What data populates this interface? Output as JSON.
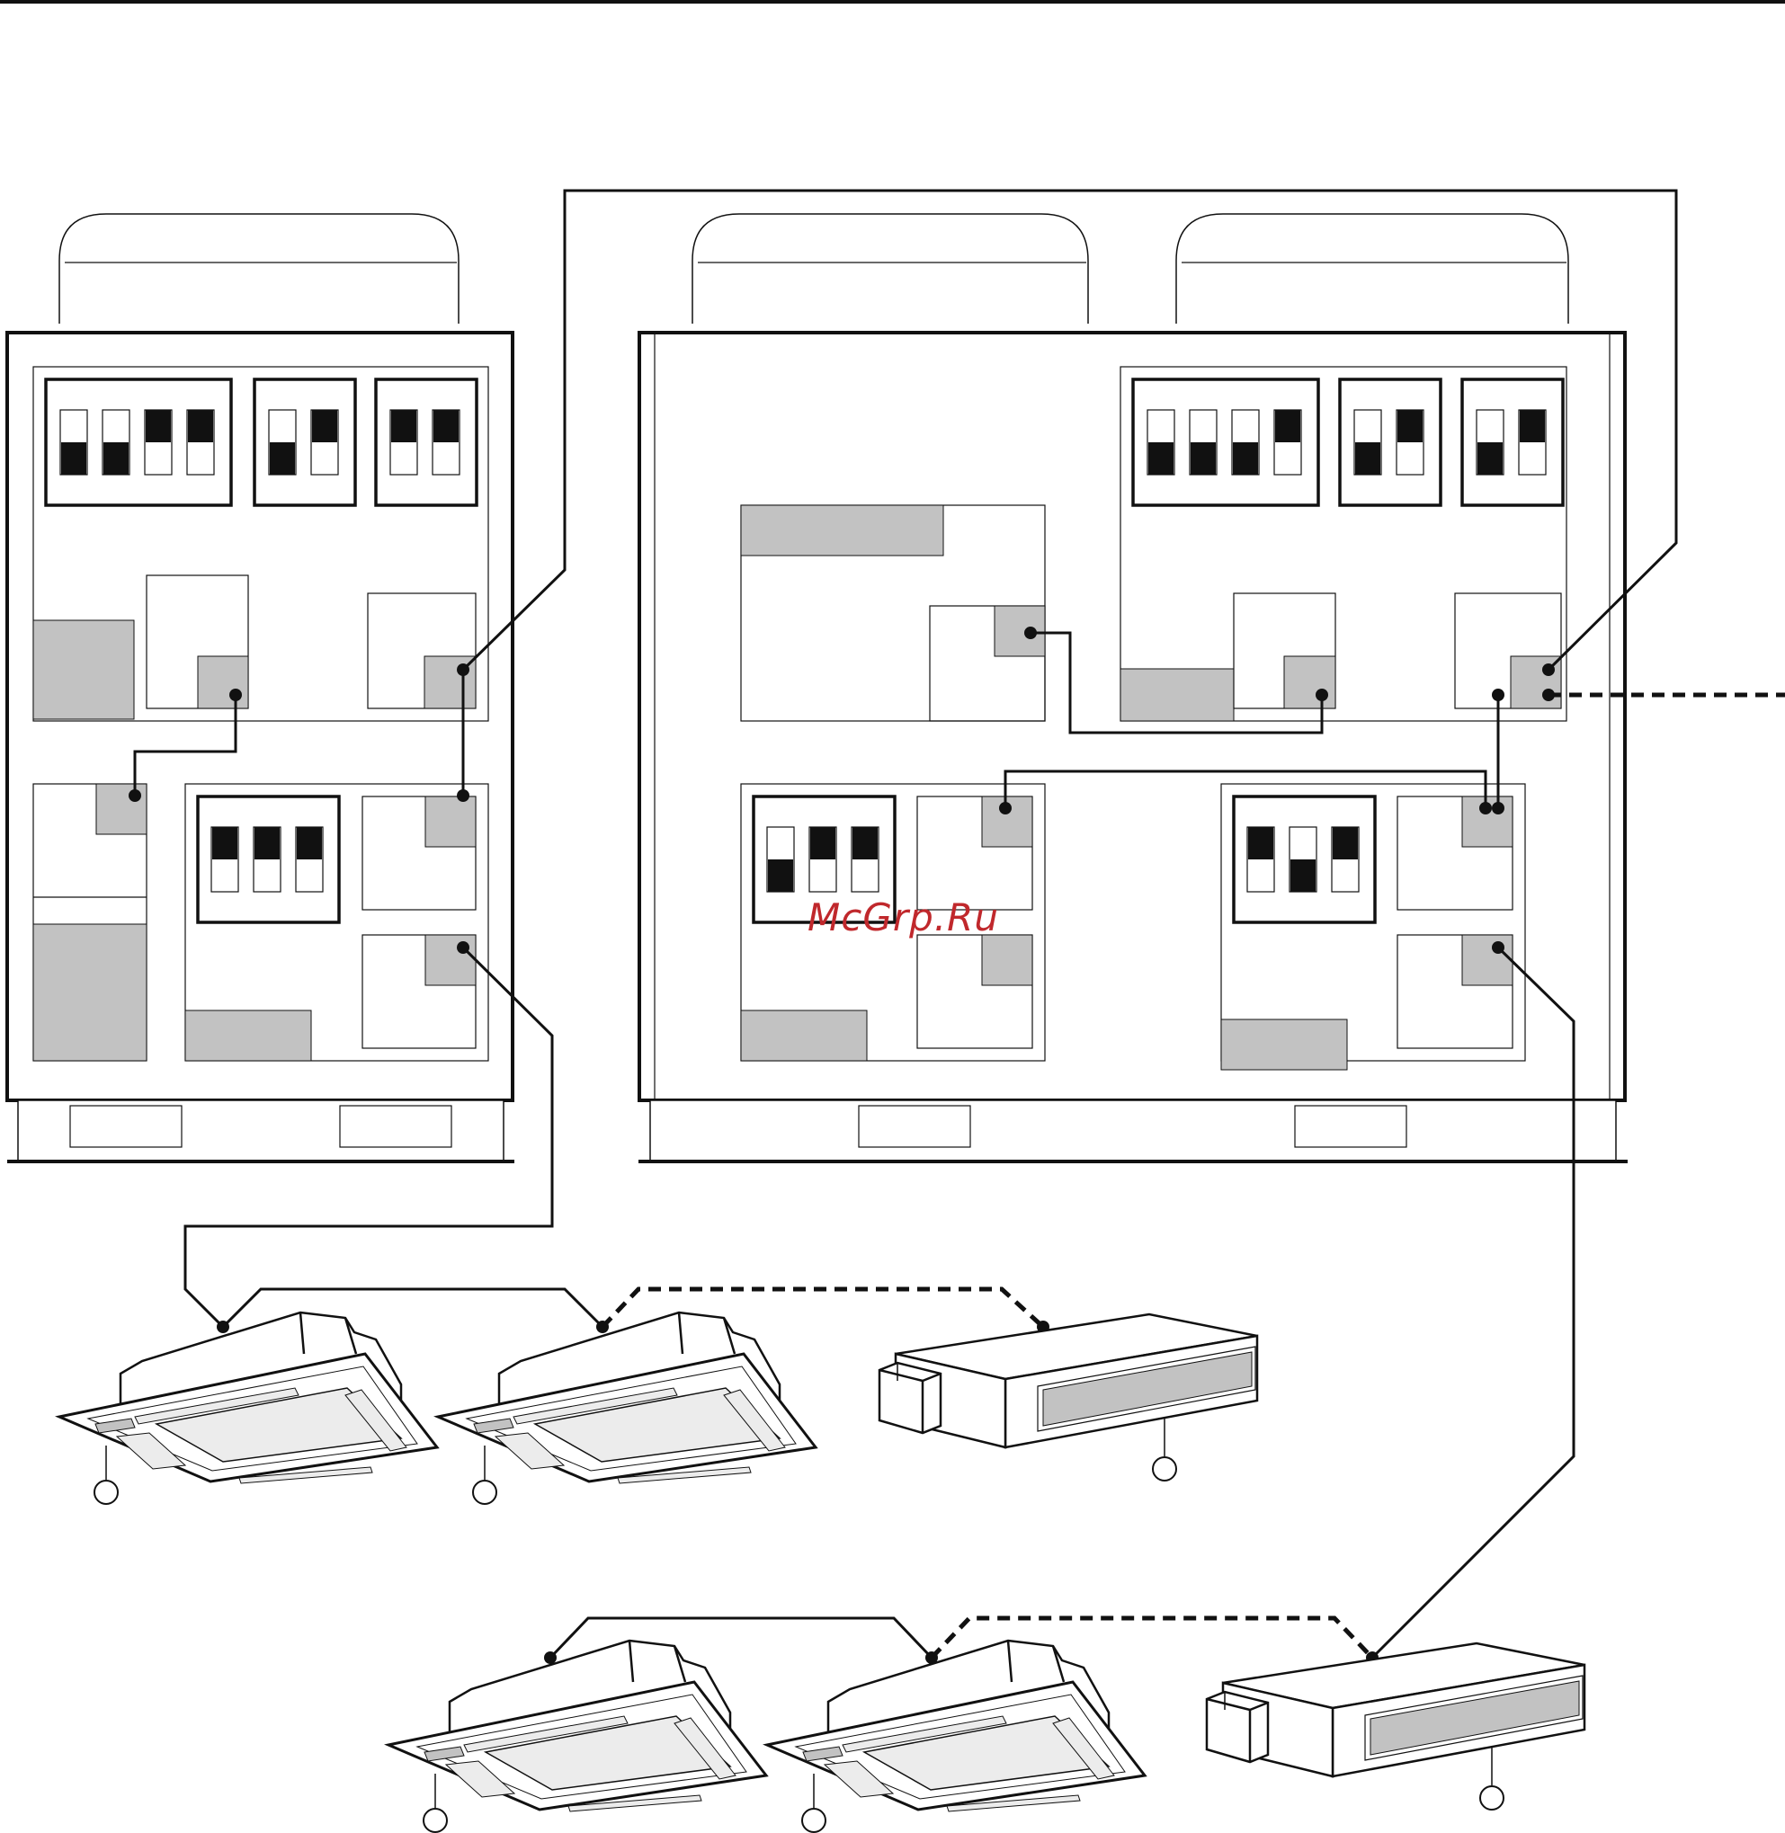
{
  "watermark": {
    "text": "McGrp.Ru",
    "color": "#c0282c"
  },
  "colors": {
    "line": "#111111",
    "grey": "#c2c2c2",
    "light": "#ececec",
    "bg": "#ffffff"
  },
  "outdoor_units": [
    {
      "id": "outdoor-unit-left",
      "fans": 1,
      "upper_dip_banks": [
        {
          "switches": [
            "down",
            "down",
            "up",
            "up"
          ]
        },
        {
          "switches": [
            "down",
            "up"
          ]
        },
        {
          "switches": [
            "up",
            "up"
          ]
        }
      ],
      "lower_dip_banks": [
        {
          "switches": [
            "up",
            "up",
            "up"
          ]
        }
      ]
    },
    {
      "id": "outdoor-unit-right",
      "fans": 2,
      "upper_dip_banks": [
        {
          "switches": [
            "down",
            "down",
            "down",
            "up"
          ]
        },
        {
          "switches": [
            "down",
            "up"
          ]
        },
        {
          "switches": [
            "down",
            "up"
          ]
        }
      ],
      "lower_dip_banks": [
        {
          "switches": [
            "down",
            "up",
            "up"
          ]
        },
        {
          "switches": [
            "up",
            "down",
            "up"
          ]
        }
      ]
    }
  ],
  "indoor_units": {
    "row_upper": [
      {
        "type": "cassette",
        "id": "cassette-unit-1"
      },
      {
        "type": "cassette",
        "id": "cassette-unit-2"
      },
      {
        "type": "duct",
        "id": "duct-unit-1"
      }
    ],
    "row_lower": [
      {
        "type": "cassette",
        "id": "cassette-unit-3"
      },
      {
        "type": "cassette",
        "id": "cassette-unit-4"
      },
      {
        "type": "duct",
        "id": "duct-unit-2"
      }
    ]
  }
}
